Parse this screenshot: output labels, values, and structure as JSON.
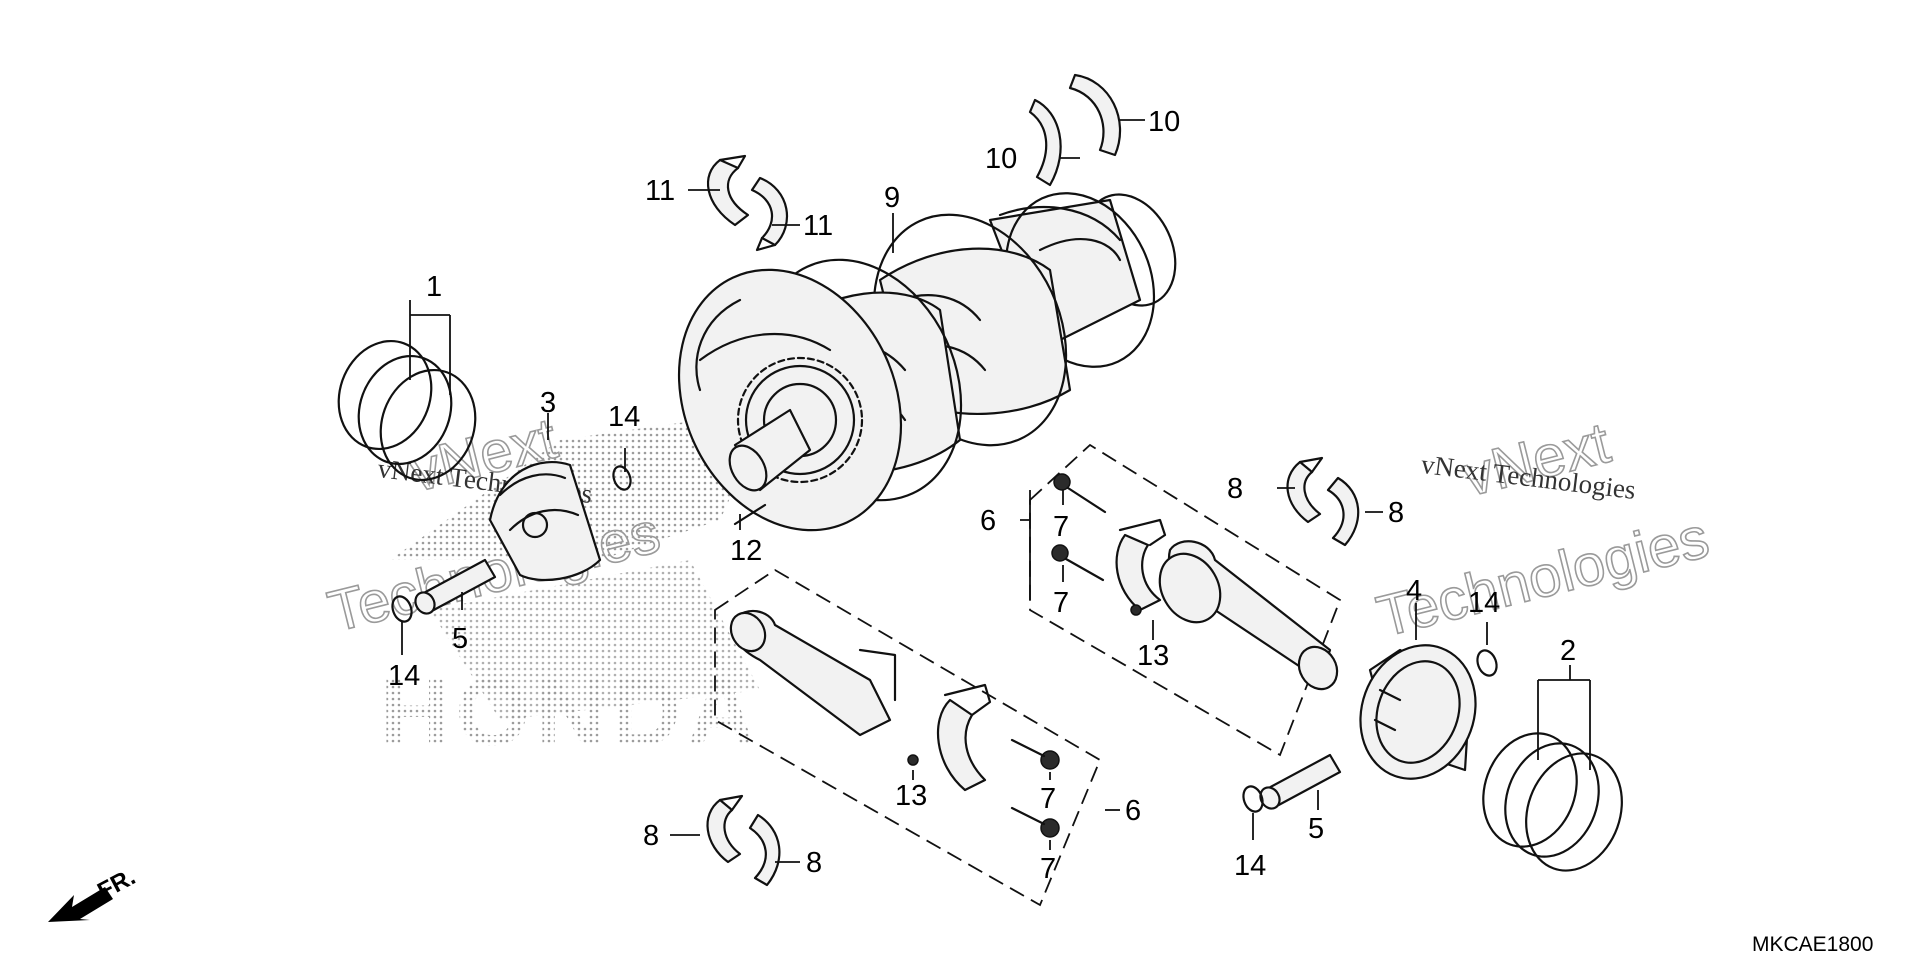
{
  "callouts": {
    "c1": "1",
    "c2": "2",
    "c3": "3",
    "c4": "4",
    "c5a": "5",
    "c5b": "5",
    "c6a": "6",
    "c6b": "6",
    "c7a": "7",
    "c7b": "7",
    "c7c": "7",
    "c7d": "7",
    "c8a": "8",
    "c8b": "8",
    "c8c": "8",
    "c8d": "8",
    "c9": "9",
    "c10a": "10",
    "c10b": "10",
    "c11a": "11",
    "c11b": "11",
    "c12": "12",
    "c13a": "13",
    "c13b": "13",
    "c14a": "14",
    "c14b": "14",
    "c14c": "14",
    "c14d": "14"
  },
  "watermark": {
    "line1": "vNext",
    "line2": "vNext Technologies",
    "line3": "Technologies",
    "brand": "HONDA"
  },
  "front_indicator": "FR.",
  "diagram_code": "MKCAE1800"
}
